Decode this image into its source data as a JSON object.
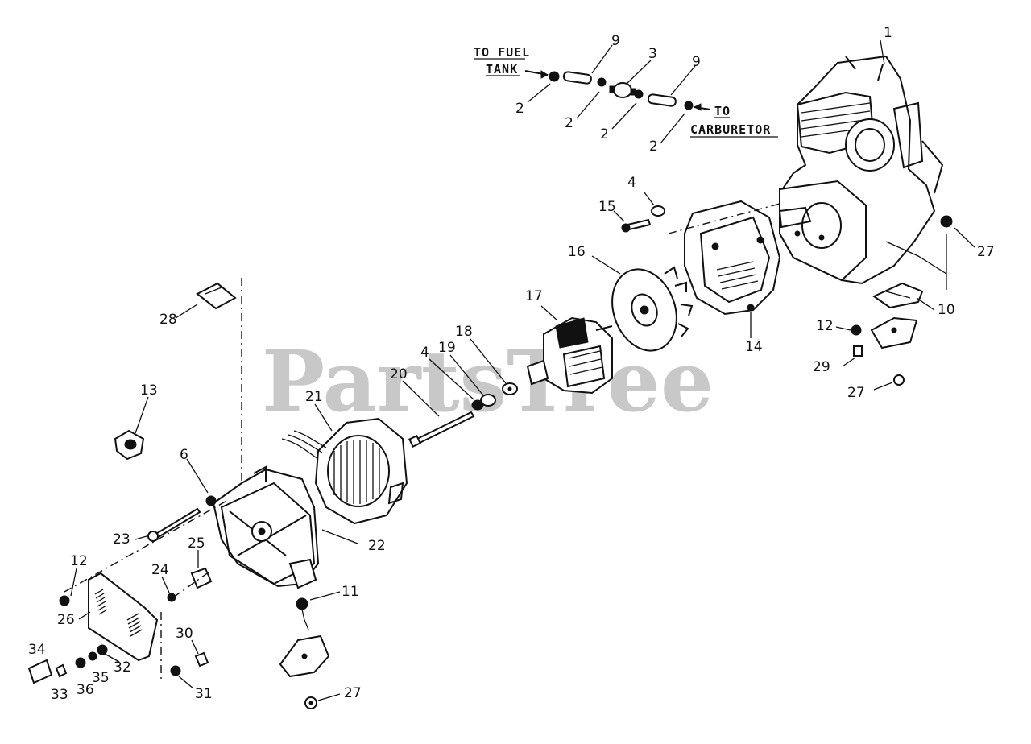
{
  "watermark": {
    "text": "PartsTree",
    "mark": "™"
  },
  "captions": {
    "fuel_tank_line1": "TO FUEL",
    "fuel_tank_line2": "TANK",
    "carb_line1": "TO",
    "carb_line2": "CARBURETOR"
  },
  "callouts": {
    "c1": "1",
    "c2a": "2",
    "c2b": "2",
    "c2c": "2",
    "c2d": "2",
    "c3": "3",
    "c4a": "4",
    "c4b": "4",
    "c6": "6",
    "c9a": "9",
    "c9b": "9",
    "c10": "10",
    "c11": "11",
    "c12a": "12",
    "c12b": "12",
    "c13": "13",
    "c14": "14",
    "c15": "15",
    "c16": "16",
    "c17": "17",
    "c18": "18",
    "c19": "19",
    "c20": "20",
    "c21": "21",
    "c22": "22",
    "c23": "23",
    "c24": "24",
    "c25": "25",
    "c26": "26",
    "c27a": "27",
    "c27b": "27",
    "c27c": "27",
    "c28": "28",
    "c29": "29",
    "c30": "30",
    "c31": "31",
    "c32": "32",
    "c33": "33",
    "c34": "34",
    "c35": "35",
    "c36": "36"
  }
}
